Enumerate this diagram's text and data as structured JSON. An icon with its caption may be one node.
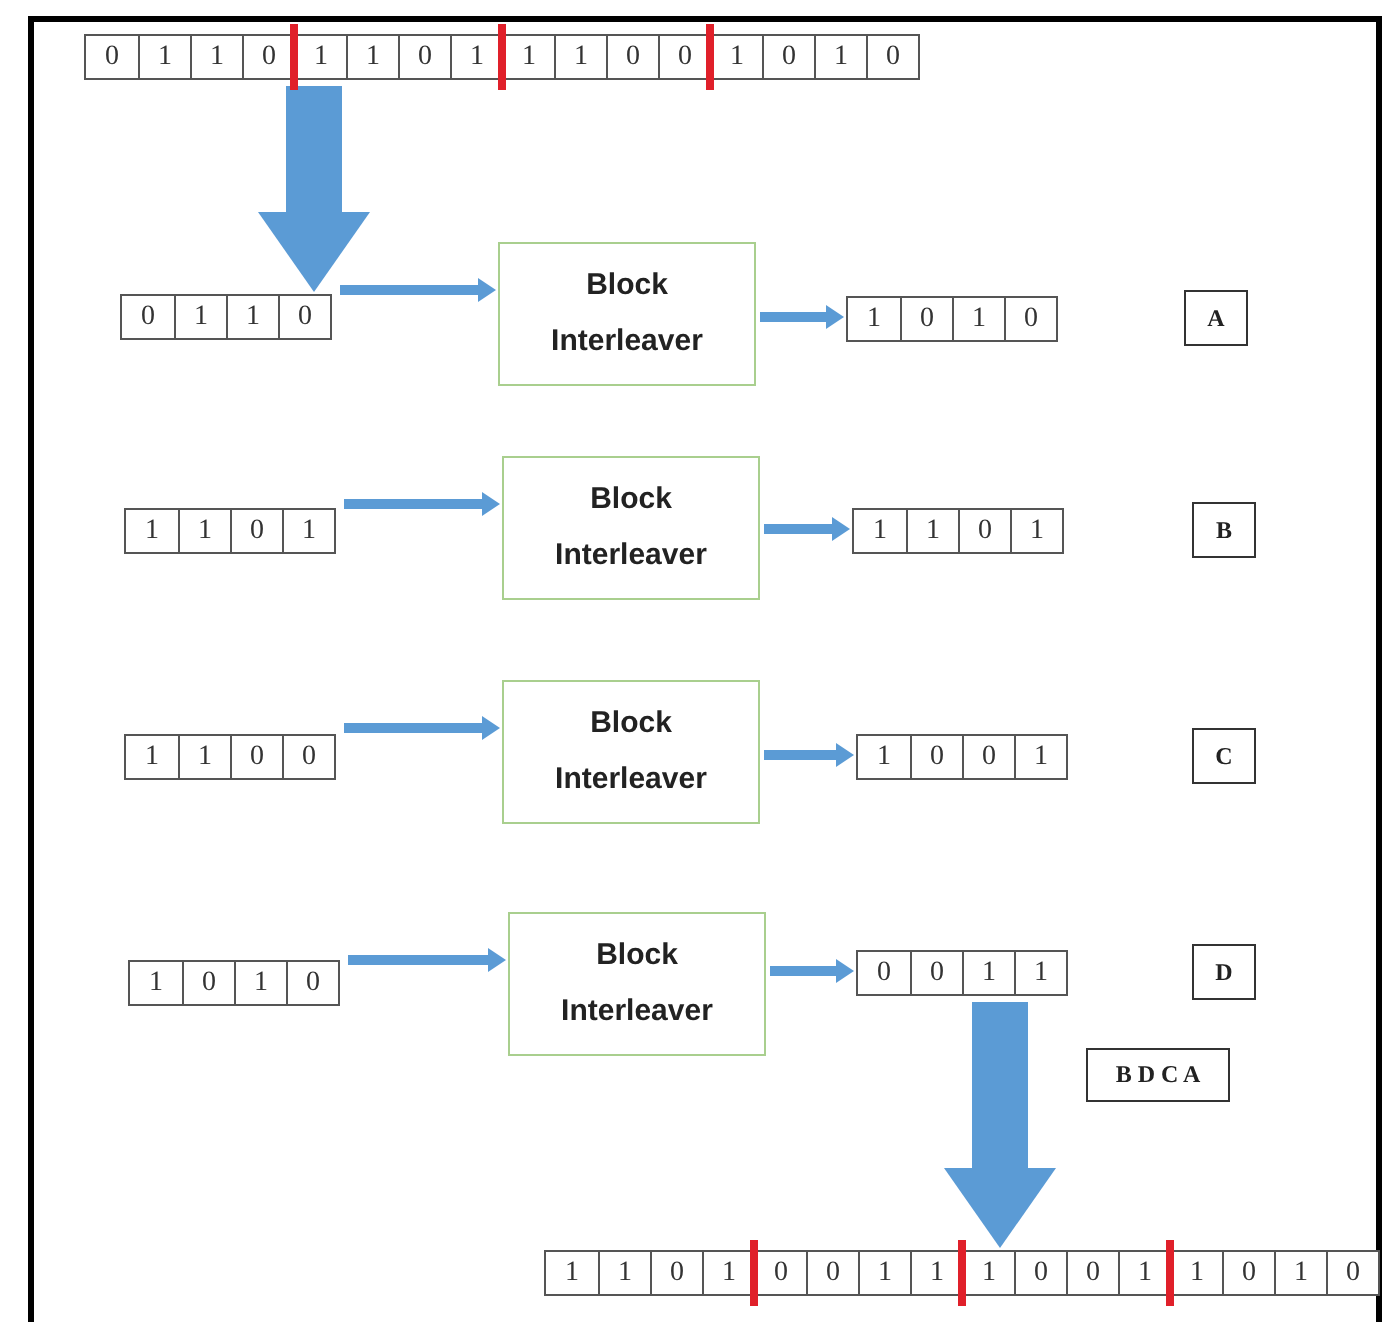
{
  "diagram": {
    "nodes": [
      {
        "text": [
          "0",
          "1",
          "1",
          "0",
          "1",
          "1",
          "0",
          "1",
          "1",
          "1",
          "0",
          "0",
          "1",
          "0",
          "1",
          "0"
        ]
      },
      {
        "text": [
          "0",
          "1",
          "1",
          "0"
        ]
      },
      {
        "text": [
          "Block Interleaver"
        ]
      },
      {
        "text": [
          "1",
          "0",
          "1",
          "0"
        ]
      },
      {
        "text": [
          "A"
        ]
      },
      {
        "text": [
          "1",
          "1",
          "0",
          "1"
        ]
      },
      {
        "text": [
          "Block Interleaver"
        ]
      },
      {
        "text": [
          "1",
          "1",
          "0",
          "1"
        ]
      },
      {
        "text": [
          "B"
        ]
      },
      {
        "text": [
          "1",
          "1",
          "0",
          "0"
        ]
      },
      {
        "text": [
          "Block Interleaver"
        ]
      },
      {
        "text": [
          "1",
          "0",
          "0",
          "1"
        ]
      },
      {
        "text": [
          "C"
        ]
      },
      {
        "text": [
          "1",
          "0",
          "1",
          "0"
        ]
      },
      {
        "text": [
          "Block Interleaver"
        ]
      },
      {
        "text": [
          "0",
          "0",
          "1",
          "1"
        ]
      },
      {
        "text": [
          "D"
        ]
      },
      {
        "text": [
          "B D C A"
        ]
      },
      {
        "text": [
          "1",
          "1",
          "0",
          "1",
          "0",
          "0",
          "1",
          "1",
          "1",
          "0",
          "0",
          "1",
          "1",
          "0",
          "1",
          "0"
        ]
      }
    ],
    "edges": [
      {
        "from": 0,
        "to": 1,
        "arrow": "to",
        "style": "thick"
      },
      {
        "from": 1,
        "to": 2,
        "arrow": "to"
      },
      {
        "from": 2,
        "to": 3,
        "arrow": "to"
      },
      {
        "from": 5,
        "to": 6,
        "arrow": "to"
      },
      {
        "from": 6,
        "to": 7,
        "arrow": "to"
      },
      {
        "from": 9,
        "to": 10,
        "arrow": "to"
      },
      {
        "from": 10,
        "to": 11,
        "arrow": "to"
      },
      {
        "from": 13,
        "to": 14,
        "arrow": "to"
      },
      {
        "from": 14,
        "to": 15,
        "arrow": "to"
      },
      {
        "from": 15,
        "to": 18,
        "arrow": "to",
        "style": "thick"
      }
    ]
  }
}
